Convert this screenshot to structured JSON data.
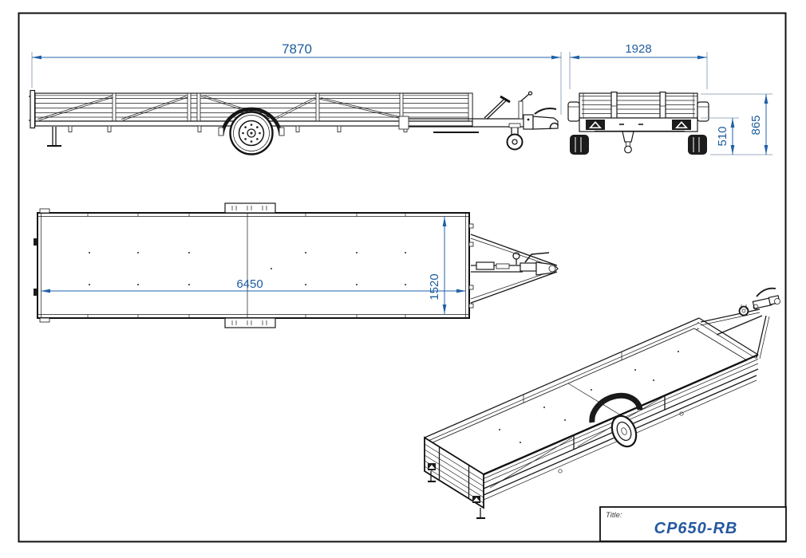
{
  "title_block": {
    "label": "Title:",
    "value": "CP650-RB"
  },
  "dimensions": {
    "overall_length": "7870",
    "overall_width": "1928",
    "overall_height": "865",
    "bed_height": "510",
    "bed_length": "6450",
    "bed_width": "1520"
  },
  "colors": {
    "dimension_blue": "#2060a8",
    "dimension_text": "#1d5c9e",
    "title_text": "#2458a0",
    "drawing_line": "#1a1a1a",
    "background": "#ffffff"
  }
}
